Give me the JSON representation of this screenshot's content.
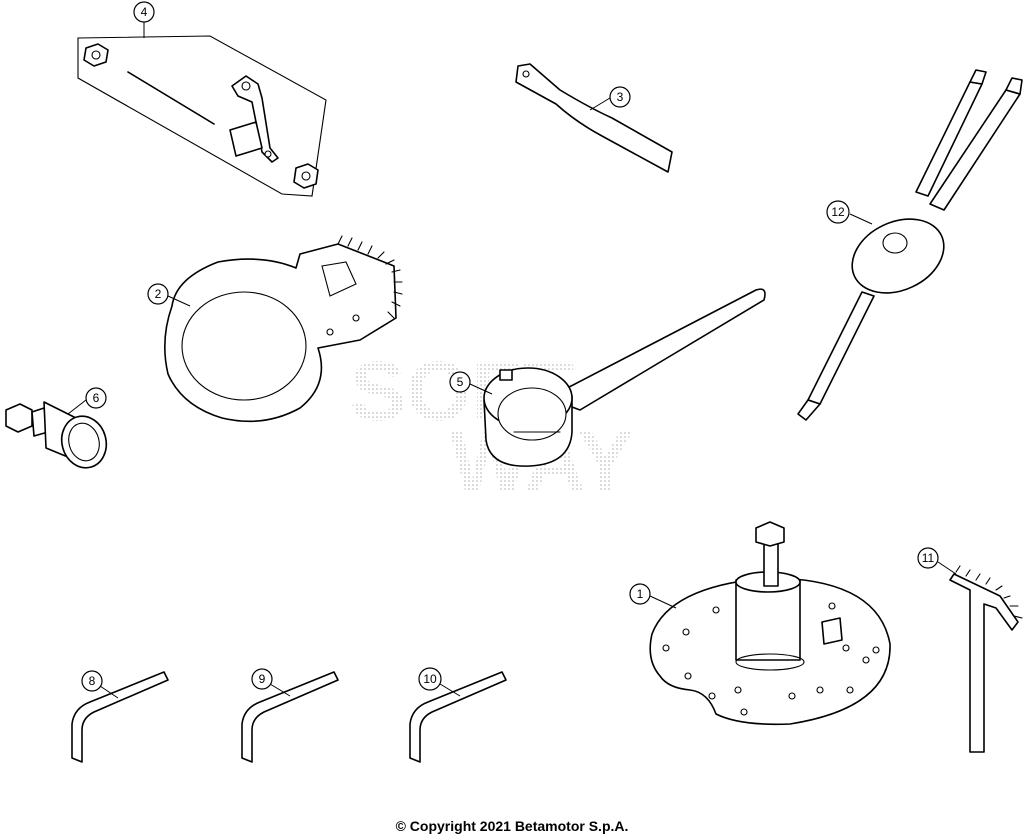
{
  "callouts": [
    "1",
    "2",
    "3",
    "4",
    "5",
    "6",
    "8",
    "9",
    "10",
    "11",
    "12"
  ],
  "watermark": {
    "line1": "SOFT",
    "line2": "WAY"
  },
  "copyright": "© Copyright 2021 Betamotor S.p.A."
}
